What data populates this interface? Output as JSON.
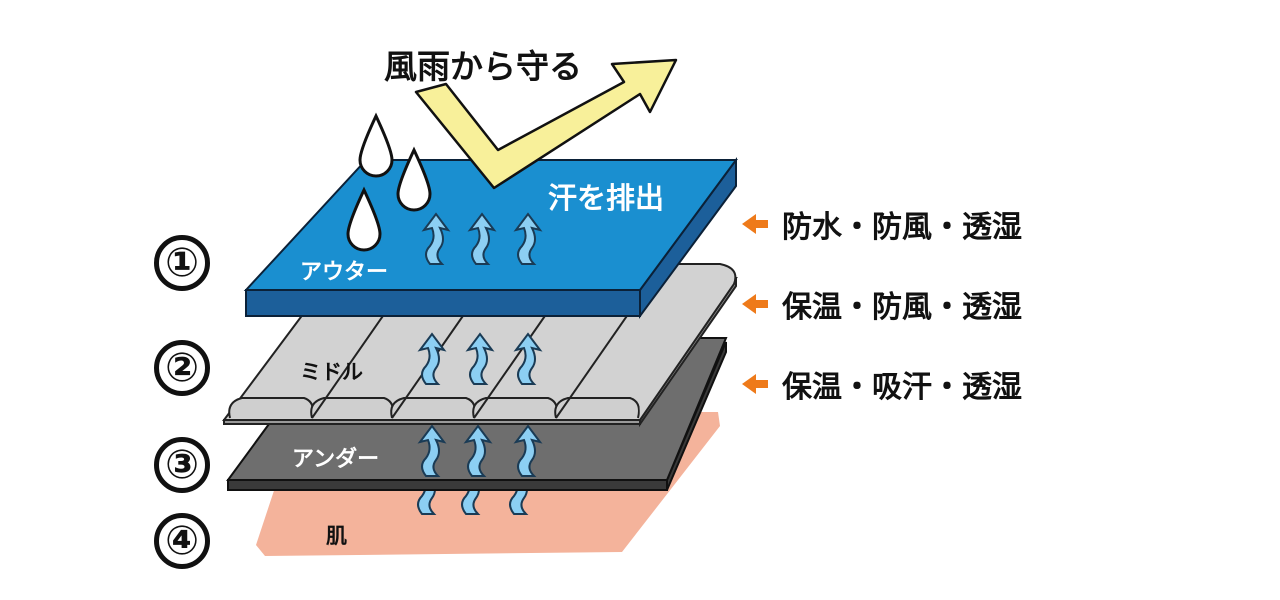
{
  "title": "風雨から守る",
  "sweat_label": "汗を排出",
  "layers": {
    "outer": "アウター",
    "middle": "ミドル",
    "under": "アンダー",
    "skin": "肌"
  },
  "numbers": [
    "①",
    "②",
    "③",
    "④"
  ],
  "properties": [
    "防水・防風・透湿",
    "保温・防風・透湿",
    "保温・吸汗・透湿"
  ],
  "colors": {
    "outer_top": "#1a8fd0",
    "outer_side": "#1c5f9a",
    "middle": "#d2d2d2",
    "under": "#6e6e6e",
    "skin": "#f4b39b",
    "wind_arrow": "#f8f09a",
    "vapor_arrow": "#8ccff3",
    "prop_arrow": "#ee7a1a"
  }
}
